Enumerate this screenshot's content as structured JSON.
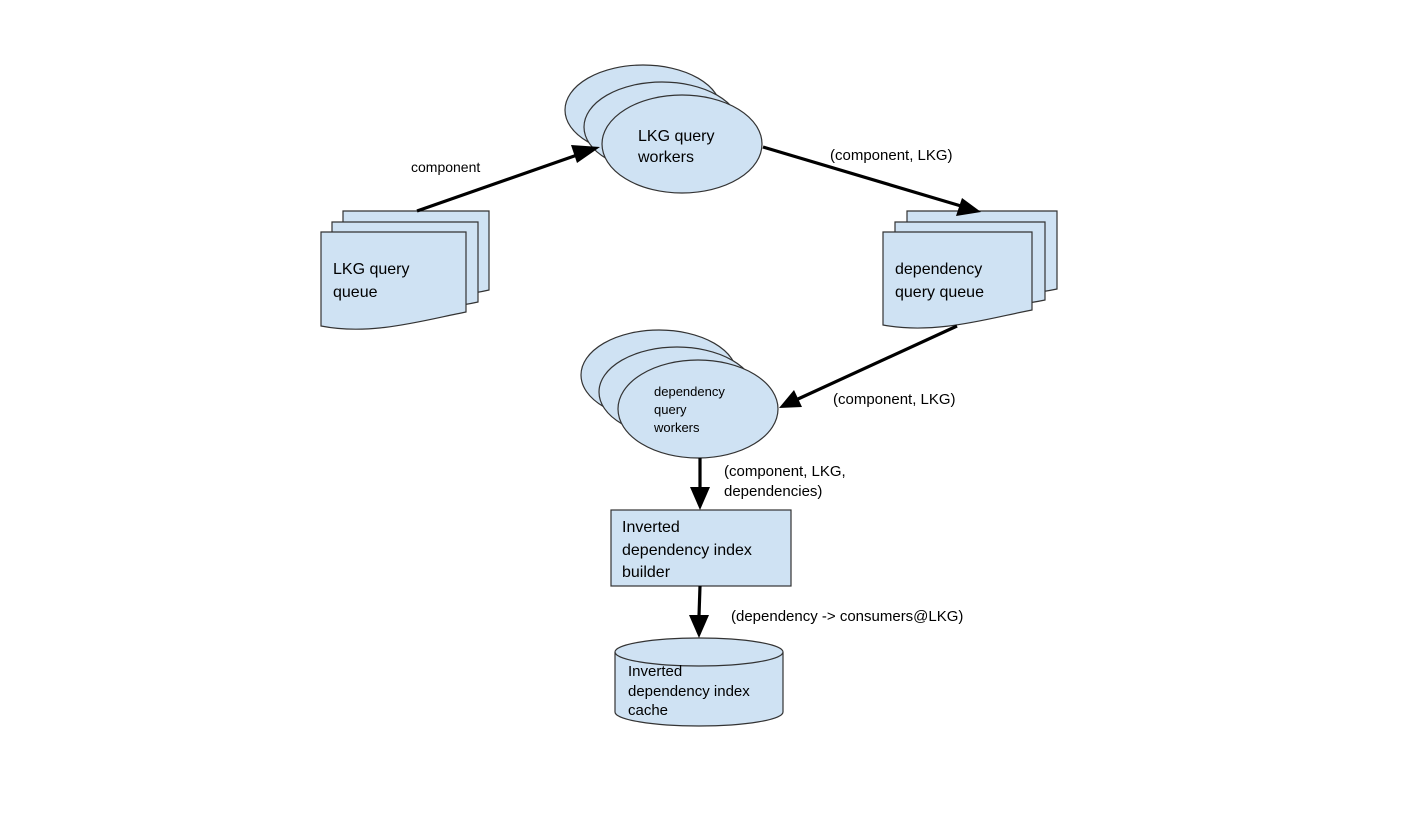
{
  "colors": {
    "node_fill": "#cfe2f3",
    "node_stroke": "#333333",
    "edge": "#000000",
    "background": "#ffffff"
  },
  "nodes": {
    "lkg_query_queue": {
      "lines": [
        "LKG query",
        "queue"
      ]
    },
    "lkg_query_workers": {
      "lines": [
        "LKG query",
        "workers"
      ]
    },
    "dependency_query_queue": {
      "lines": [
        "dependency",
        "query queue"
      ]
    },
    "dependency_query_workers": {
      "lines": [
        "dependency",
        "query",
        "workers"
      ]
    },
    "index_builder": {
      "lines": [
        "Inverted",
        "dependency index",
        "builder"
      ]
    },
    "index_cache": {
      "lines": [
        "Inverted",
        "dependency index",
        "cache"
      ]
    }
  },
  "edges": {
    "queue_to_workers": {
      "label": "component"
    },
    "workers_to_dep_queue": {
      "label": "(component, LKG)"
    },
    "dep_queue_to_dep_workers": {
      "label": "(component, LKG)"
    },
    "dep_workers_to_builder": {
      "label_lines": [
        "(component, LKG,",
        "dependencies)"
      ]
    },
    "builder_to_cache": {
      "label": "(dependency -> consumers@LKG)"
    }
  }
}
